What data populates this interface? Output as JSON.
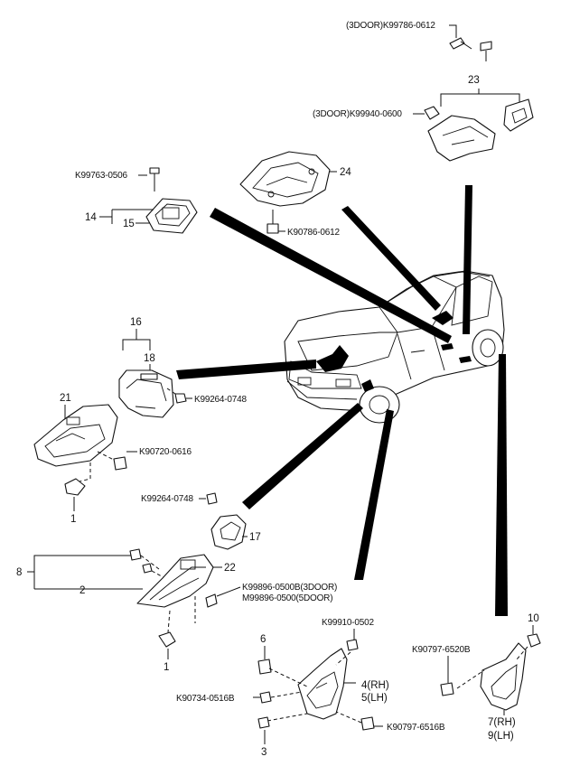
{
  "labels": {
    "k99786": "(3DOOR)K99786-0612",
    "n23": "23",
    "k99940": "(3DOOR)K99940-0600",
    "k99763": "K99763-0506",
    "n24": "24",
    "n14": "14",
    "n15": "15",
    "k90786": "K90786-0612",
    "n16": "16",
    "n18": "18",
    "n21": "21",
    "k99264a": "K99264-0748",
    "k90720": "K90720-0616",
    "n1a": "1",
    "k99264b": "K99264-0748",
    "n17": "17",
    "n8": "8",
    "n22": "22",
    "n2": "2",
    "k99896a": "K99896-0500B(3DOOR)",
    "m99896": "M99896-0500(5DOOR)",
    "n1b": "1",
    "n10": "10",
    "k99910": "K99910-0502",
    "n6": "6",
    "k90797a": "K90797-6520B",
    "n4": "4(RH)",
    "n5": "5(LH)",
    "k90734": "K90734-0516B",
    "n7": "7(RH)",
    "n9": "9(LH)",
    "k90797b": "K90797-6516B",
    "n3": "3"
  }
}
